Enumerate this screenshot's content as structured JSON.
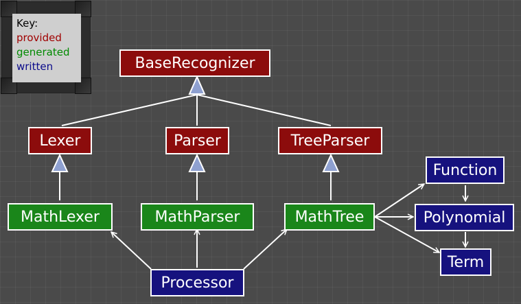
{
  "key": {
    "title": "Key:",
    "provided": "provided",
    "generated": "generated",
    "written": "written"
  },
  "colors": {
    "provided": "#8c0c0c",
    "generated": "#1a861a",
    "written": "#16127e",
    "line": "#ffffff",
    "triangle": "#8ea0d0"
  },
  "classes": {
    "base_recognizer": "BaseRecognizer",
    "lexer": "Lexer",
    "parser": "Parser",
    "tree_parser": "TreeParser",
    "math_lexer": "MathLexer",
    "math_parser": "MathParser",
    "math_tree": "MathTree",
    "processor": "Processor",
    "function": "Function",
    "polynomial": "Polynomial",
    "term": "Term"
  }
}
